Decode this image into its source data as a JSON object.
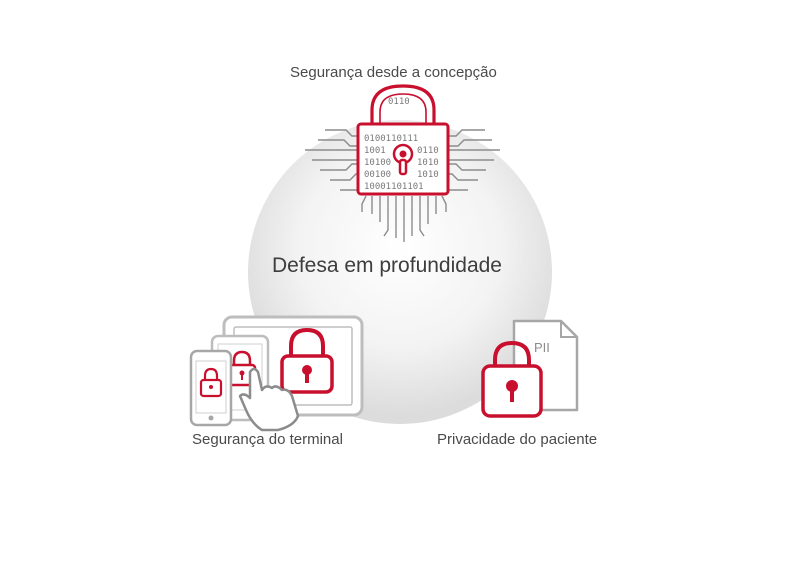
{
  "diagram": {
    "center_title": "Defesa em profundidade",
    "nodes": [
      {
        "id": "top",
        "label": "Segurança desde a concepção",
        "icon": "binary-lock-fingerprint-icon"
      },
      {
        "id": "left",
        "label": "Segurança do terminal",
        "icon": "multi-device-lock-icon"
      },
      {
        "id": "right",
        "label": "Privacidade do paciente",
        "icon": "pii-document-lock-icon"
      }
    ],
    "binary_lines": [
      "0110",
      "0100110111",
      "1001",
      "0110",
      "10100",
      "1010",
      "00100",
      "1010",
      "10001101101"
    ],
    "document_tag": "PII",
    "colors": {
      "accent": "#c8102e",
      "gray": "#8c8c8c",
      "light_gray": "#bdbdbd",
      "text": "#4a4a4a"
    }
  }
}
